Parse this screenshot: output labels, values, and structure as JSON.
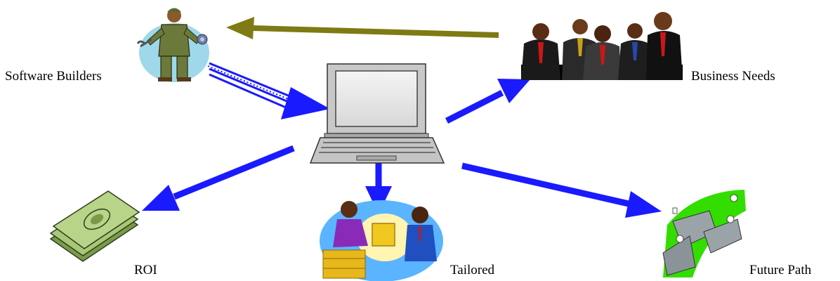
{
  "labels": {
    "software_builders": "Software Builders",
    "business_needs": "Business Needs",
    "roi": "ROI",
    "tailored": "Tailored",
    "future_path": "Future Path"
  },
  "colors": {
    "arrow_blue": "#1a1aff",
    "arrow_olive": "#7f7a14",
    "laptop_gray": "#c8c8c8",
    "money_green": "#a8c878",
    "sky_blue": "#5ab4ff",
    "grass_green": "#33dd00"
  },
  "icons": {
    "software_builders": "mechanic-with-wrenches-icon",
    "business_needs": "group-of-businessmen-icon",
    "center": "laptop-computer-icon",
    "roi": "stack-of-money-icon",
    "tailored": "business-handshake-with-cube-icon",
    "future_path": "people-on-diverging-paths-icon"
  }
}
